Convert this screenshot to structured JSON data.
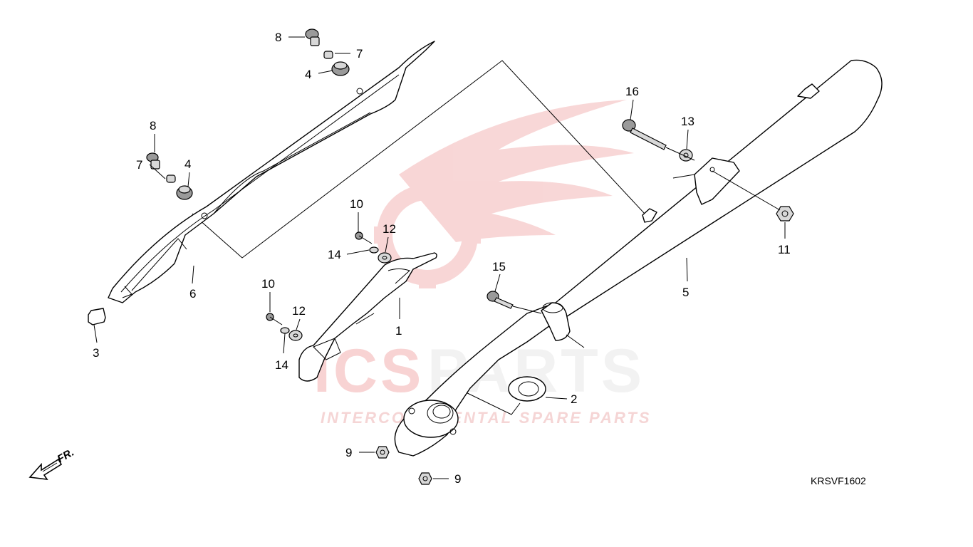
{
  "watermark": {
    "brand_red": "ICS",
    "brand_grey": "PARTS",
    "tagline": "INTERCONTINENTAL SPARE PARTS",
    "colors": {
      "red": "#f4c6c6",
      "grey": "#eeeeee"
    }
  },
  "diagram_code": "KRSVF1602",
  "direction_label": "FR.",
  "callouts": [
    {
      "id": "c1",
      "label": "1"
    },
    {
      "id": "c2",
      "label": "2"
    },
    {
      "id": "c3",
      "label": "3"
    },
    {
      "id": "c4a",
      "label": "4"
    },
    {
      "id": "c4b",
      "label": "4"
    },
    {
      "id": "c5",
      "label": "5"
    },
    {
      "id": "c6",
      "label": "6"
    },
    {
      "id": "c7a",
      "label": "7"
    },
    {
      "id": "c7b",
      "label": "7"
    },
    {
      "id": "c8a",
      "label": "8"
    },
    {
      "id": "c8b",
      "label": "8"
    },
    {
      "id": "c9a",
      "label": "9"
    },
    {
      "id": "c9b",
      "label": "9"
    },
    {
      "id": "c10a",
      "label": "10"
    },
    {
      "id": "c10b",
      "label": "10"
    },
    {
      "id": "c11",
      "label": "11"
    },
    {
      "id": "c12a",
      "label": "12"
    },
    {
      "id": "c12b",
      "label": "12"
    },
    {
      "id": "c13",
      "label": "13"
    },
    {
      "id": "c14a",
      "label": "14"
    },
    {
      "id": "c14b",
      "label": "14"
    },
    {
      "id": "c15",
      "label": "15"
    },
    {
      "id": "c16",
      "label": "16"
    }
  ]
}
